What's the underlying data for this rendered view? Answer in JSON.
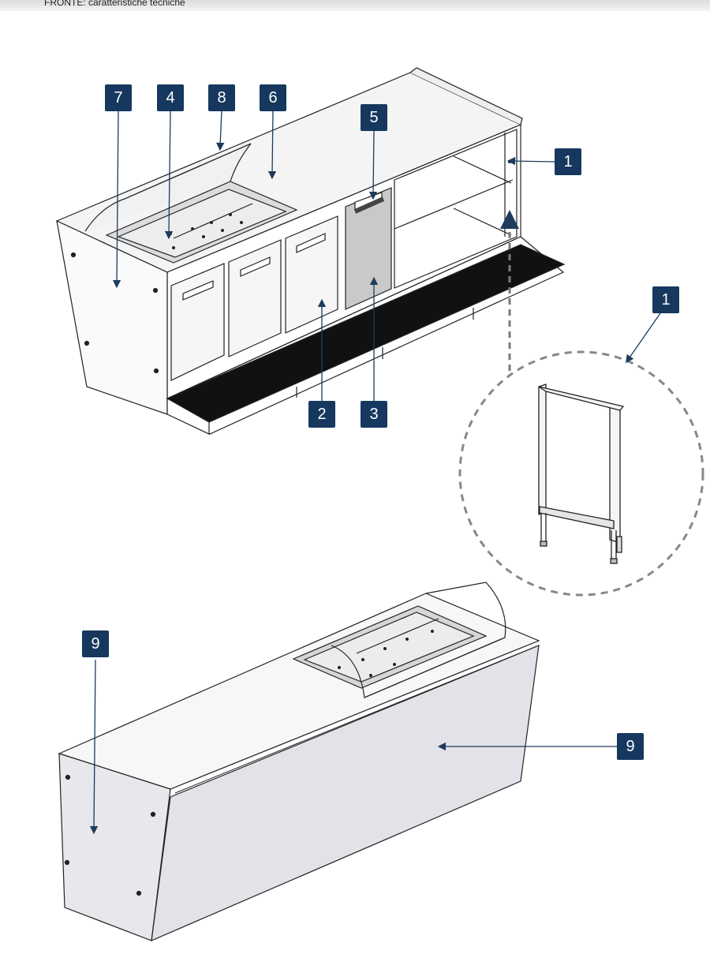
{
  "header": {
    "title": "FRONTE: caratteristiche tecniche"
  },
  "callouts": {
    "c1a": "1",
    "c1b": "1",
    "c2": "2",
    "c3": "3",
    "c4": "4",
    "c5": "5",
    "c6": "6",
    "c7": "7",
    "c8": "8",
    "c9a": "9",
    "c9b": "9"
  },
  "colors": {
    "callout_bg": "#16385e",
    "callout_text": "#ffffff",
    "line": "#222222",
    "leader": "#1d3b5c"
  }
}
